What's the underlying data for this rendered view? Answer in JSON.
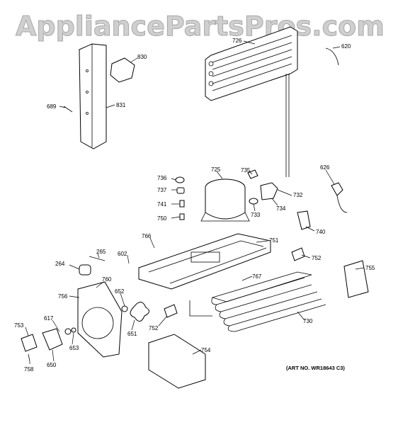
{
  "watermark": "AppliancePartsPros.com",
  "art_number": "(ART NO. WR18643 C3)",
  "part_labels": [
    "726",
    "620",
    "830",
    "689",
    "831",
    "725",
    "736",
    "735",
    "737",
    "732",
    "741",
    "734",
    "733",
    "750",
    "626",
    "740",
    "766",
    "751",
    "265",
    "602",
    "264",
    "752",
    "767",
    "755",
    "760",
    "652",
    "756",
    "617",
    "651",
    "753",
    "653",
    "730",
    "752",
    "754",
    "650",
    "758"
  ]
}
